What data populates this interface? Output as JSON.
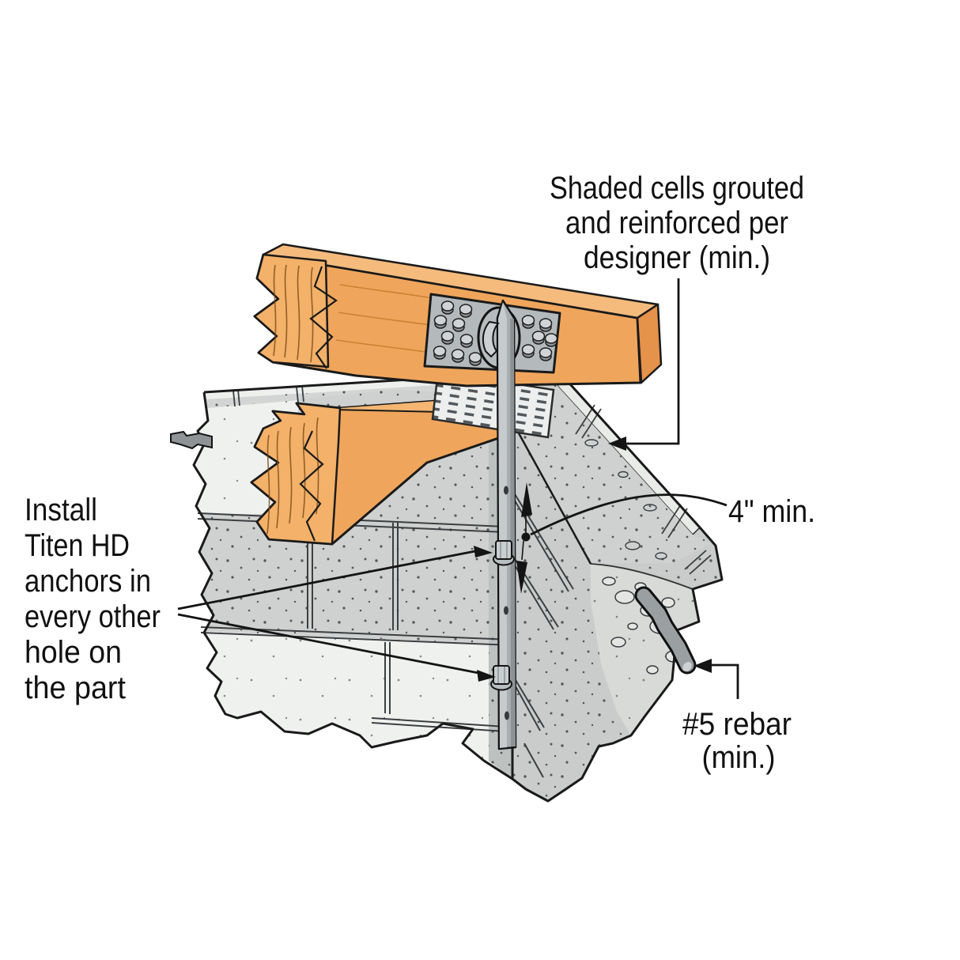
{
  "annotations": {
    "shaded_cells": {
      "lines": [
        "Shaded cells grouted",
        "and reinforced per",
        "designer (min.)"
      ]
    },
    "embedment": {
      "label": "4\" min."
    },
    "install_anchors": {
      "lines": [
        "Install",
        "Titen HD",
        "anchors in",
        "every other",
        "hole on",
        "the part"
      ]
    },
    "rebar": {
      "lines": [
        "#5 rebar",
        "(min.)"
      ]
    }
  },
  "colors": {
    "wood_face": "#efa65c",
    "wood_top": "#f5bb7d",
    "wood_back_top": "#f4b672",
    "wood_end": "#e5924a",
    "wood_break": "#f3b169",
    "wood_shade": "#da8b42",
    "wall_face": "#ced1cf",
    "wall_light_block": "#eff1ef",
    "wall_top_band": "#d2d5d3",
    "wall_shaded_cell": "#bdc1c0",
    "wall_section": "#c9ccca",
    "wall_section_shell": "#e9ebe9",
    "wall_fracture": "#d8dad8",
    "metal_plate": "#b4b9bb",
    "strap": "#a9aeb1",
    "rebar": "#9aa0a2",
    "outline": "#1a1a1a"
  }
}
